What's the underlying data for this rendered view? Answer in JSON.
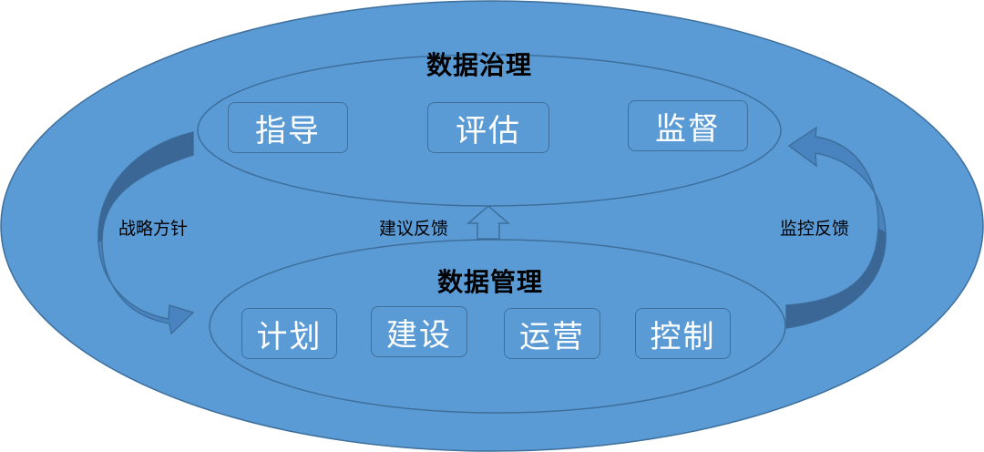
{
  "governance": {
    "title": "数据治理",
    "boxes": [
      "指导",
      "评估",
      "监督"
    ]
  },
  "management": {
    "title": "数据管理",
    "boxes": [
      "计划",
      "建设",
      "运营",
      "控制"
    ]
  },
  "arrows": {
    "left": "战略方针",
    "center": "建议反馈",
    "right": "监控反馈"
  },
  "colors": {
    "fill": "#5b9bd5",
    "outline": "#3d6f9c",
    "arrow_dark": "#3a6796",
    "box_text": "#ffffff"
  }
}
